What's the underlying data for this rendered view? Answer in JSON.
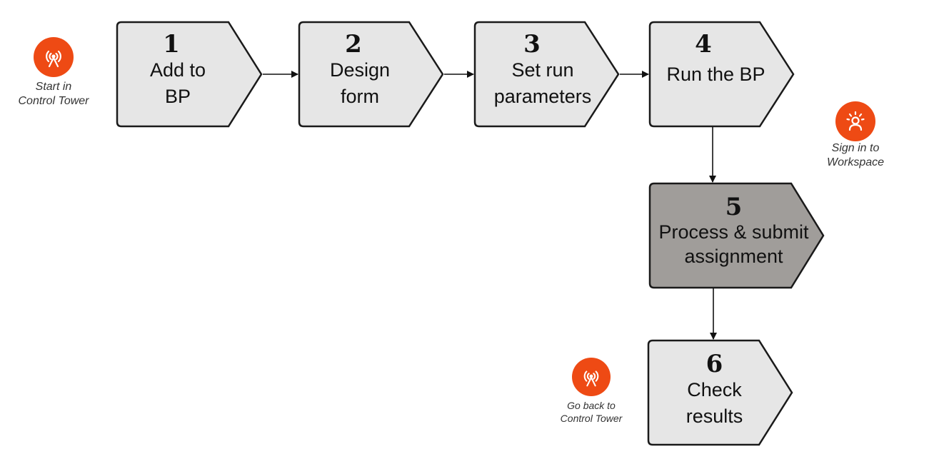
{
  "steps": [
    {
      "number": "1",
      "label": "Add to\nBP"
    },
    {
      "number": "2",
      "label": "Design\nform"
    },
    {
      "number": "3",
      "label": "Set run\nparameters"
    },
    {
      "number": "4",
      "label": "Run the BP"
    },
    {
      "number": "5",
      "label": "Process & submit\nassignment",
      "highlighted": true
    },
    {
      "number": "6",
      "label": "Check\nresults"
    }
  ],
  "annotations": [
    {
      "caption": "Start in\nControl Tower",
      "icon": "control-tower-icon"
    },
    {
      "caption": "Sign in to\nWorkspace",
      "icon": "workspace-user-icon"
    },
    {
      "caption": "Go back to\nControl Tower",
      "icon": "control-tower-icon"
    }
  ],
  "colors": {
    "step_fill": "#e6e6e6",
    "highlight_fill": "#a09d9a",
    "outline": "#1a1a1a",
    "badge": "#ee4a14"
  }
}
